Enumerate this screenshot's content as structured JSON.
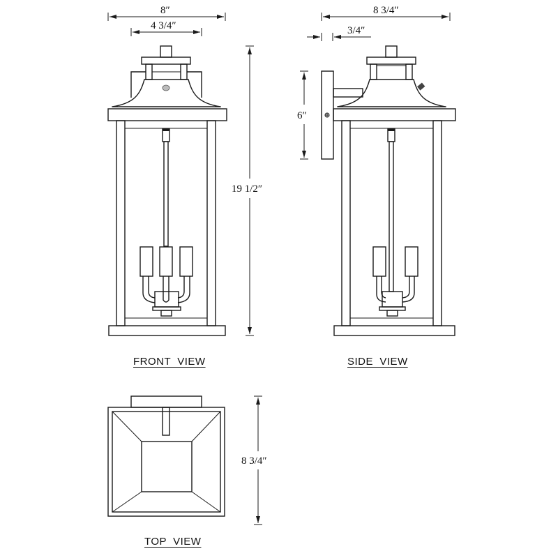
{
  "drawing": {
    "subject": "Outdoor wall lantern dimension drawing",
    "stroke_color": "#1a1a1a",
    "background": "#ffffff"
  },
  "front_view": {
    "label": "FRONT  VIEW",
    "dimensions": {
      "overall_width": "8″",
      "top_width": "4 3/4″",
      "overall_height": "19 1/2″"
    },
    "candles": 3
  },
  "side_view": {
    "label": "SIDE  VIEW",
    "dimensions": {
      "overall_extension": "8 3/4″",
      "backplate_thickness": "3/4″",
      "backplate_height": "6″"
    },
    "candles": 2
  },
  "top_view": {
    "label": "TOP  VIEW",
    "dimensions": {
      "depth": "8 3/4″"
    }
  }
}
